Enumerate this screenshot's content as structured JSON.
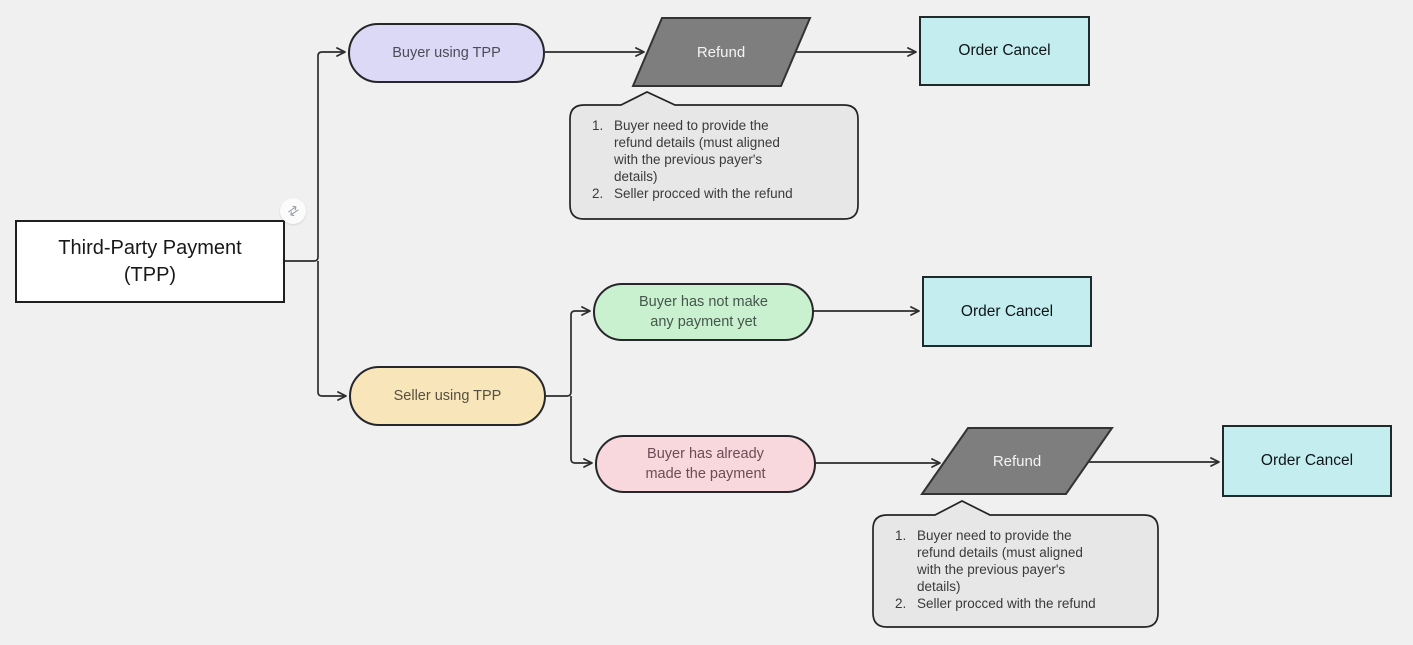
{
  "canvas": {
    "background": "#f0f0f1",
    "connector_color": "#2d2d2d"
  },
  "nodes": {
    "tpp": {
      "label": "Third-Party Payment\n(TPP)",
      "fill": "#ffffff"
    },
    "buyer_tpp": {
      "label": "Buyer using TPP",
      "fill": "#dcd9f7"
    },
    "seller_tpp": {
      "label": "Seller using TPP",
      "fill": "#f8e6ba"
    },
    "no_payment": {
      "label": "Buyer has not make\nany payment yet",
      "fill": "#c9f0cf"
    },
    "paid": {
      "label": "Buyer has already\nmade the payment",
      "fill": "#f8d7dd"
    },
    "refund": {
      "label": "Refund",
      "fill": "#7e7e7e"
    },
    "order_cancel": {
      "label": "Order Cancel",
      "fill": "#c3edee"
    }
  },
  "note": {
    "fill": "#e7e7e7",
    "items": [
      {
        "num": "1.",
        "text": "Buyer need to provide the\nrefund details (must aligned\nwith the previous payer's\ndetails)"
      },
      {
        "num": "2.",
        "text": "Seller procced with the refund"
      }
    ]
  },
  "icons": {
    "connector_badge": "⇄"
  }
}
